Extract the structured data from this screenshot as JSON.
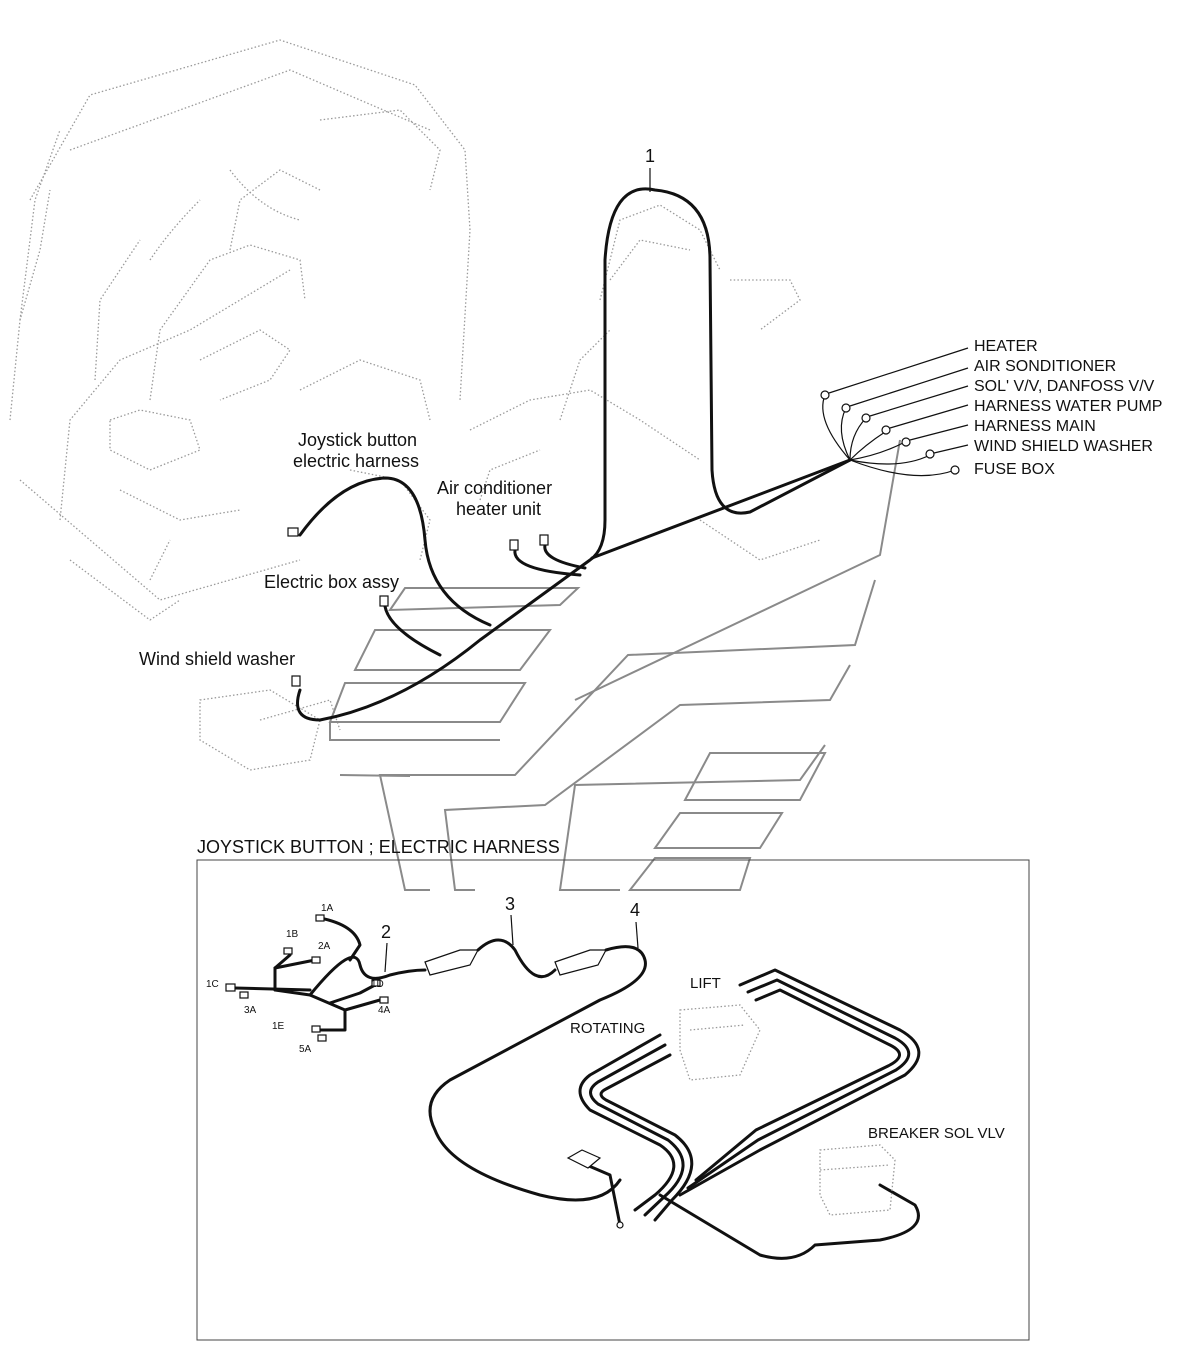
{
  "callouts": {
    "item_1": "1",
    "item_2": "2",
    "item_3": "3",
    "item_4": "4"
  },
  "upper_labels": {
    "joystick_button": "Joystick button",
    "electric_harness": "electric harness",
    "air_conditioner": "Air conditioner",
    "heater_unit": "heater unit",
    "electric_box": "Electric box assy",
    "wind_shield_washer": "Wind shield washer"
  },
  "branch_labels": [
    "HEATER",
    "AIR SONDITIONER",
    "SOL' V/V, DANFOSS V/V",
    "HARNESS WATER PUMP",
    "HARNESS MAIN",
    "WIND SHIELD WASHER",
    "FUSE BOX"
  ],
  "detail": {
    "title": "JOYSTICK BUTTON ; ELECTRIC HARNESS",
    "lift": "LIFT",
    "rotating": "ROTATING",
    "breaker": "BREAKER SOL VLV",
    "connectors": {
      "c1a": "1A",
      "c1b": "1B",
      "c2a": "2A",
      "c1c": "1C",
      "c3a": "3A",
      "c1d": "1D",
      "c4a": "4A",
      "c1e": "1E",
      "c5a": "5A"
    }
  }
}
